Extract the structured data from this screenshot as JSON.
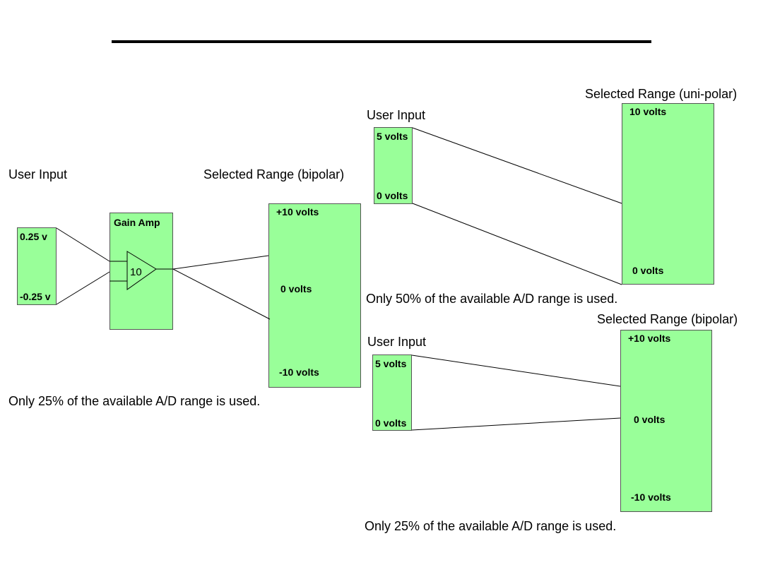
{
  "left": {
    "user_input_label": "User Input",
    "input_top": "0.25 v",
    "input_bottom": "-0.25 v",
    "gain_amp_label": "Gain Amp",
    "gain_value": "10",
    "range_label": "Selected Range (bipolar)",
    "range_top": "+10 volts",
    "range_mid": "0 volts",
    "range_bottom": "-10 volts",
    "note": "Only 25% of the available A/D range is used."
  },
  "top_right": {
    "user_input_label": "User Input",
    "input_top": "5 volts",
    "input_bottom": "0 volts",
    "range_label": "Selected Range (uni-polar)",
    "range_top": "10 volts",
    "range_bottom": "0 volts",
    "note": "Only 50% of the available A/D range is used."
  },
  "bottom_right": {
    "user_input_label": "User Input",
    "input_top": "5 volts",
    "input_bottom": "0 volts",
    "range_label": "Selected Range (bipolar)",
    "range_top": "+10 volts",
    "range_mid": "0 volts",
    "range_bottom": "-10 volts",
    "note": "Only 25% of the available A/D range is used."
  },
  "colors": {
    "box_fill": "#99ff99",
    "line": "#000000"
  }
}
